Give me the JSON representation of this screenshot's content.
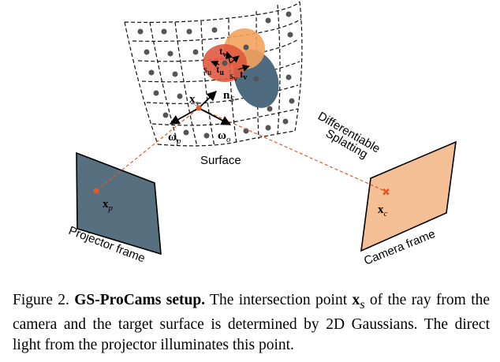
{
  "figure": {
    "surface_label": "Surface",
    "projector_frame_label": "Projector frame",
    "camera_frame_label": "Camera frame",
    "splatting_label_line1": "Differentiable",
    "splatting_label_line2": "Splatting",
    "xs_label": "x",
    "xs_sub": "s",
    "ns_label": "n",
    "ns_sub": "S",
    "wp_label": "ω",
    "wp_sub": "p",
    "wo_label": "ω",
    "wo_sub": "o",
    "xp_label": "x",
    "xp_sub": "p",
    "xc_label": "x",
    "xc_sub": "c",
    "tw_label": "t",
    "tw_sub": "w",
    "su_label": "s",
    "su_sub": "u",
    "tu_label": "t",
    "tu_sub": "u",
    "sv_label": "s",
    "sv_sub": "v",
    "tv_label": "t",
    "tv_sub": "v",
    "colors": {
      "projector_plane": "#56707f",
      "camera_plane": "#f5bf96",
      "gaussian_red": "#e0593f",
      "gaussian_orange": "#f3a25c",
      "gaussian_blue": "#4d6a7e",
      "ray_red": "#e05a2a"
    }
  },
  "caption": {
    "label": "Figure 2.",
    "title": "GS-ProCams setup.",
    "part1": "The intersection point",
    "xs_symbol": "x",
    "xs_sub": "s",
    "part2": "of the ray from the camera and the target surface is determined by 2D Gaussians. The direct light from the projector illuminates this point."
  }
}
